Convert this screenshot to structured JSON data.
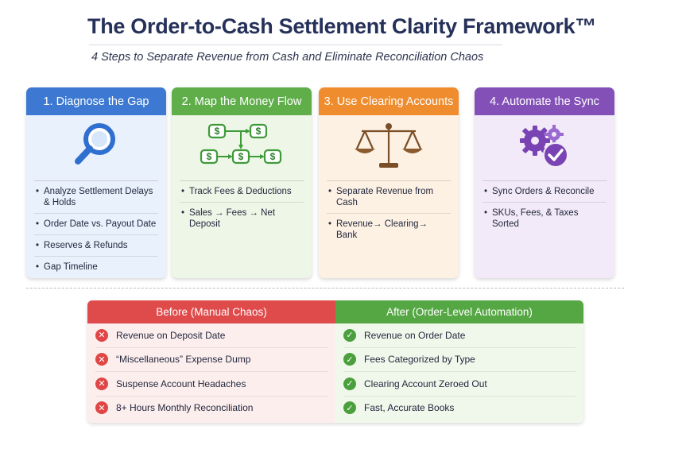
{
  "header": {
    "title": "The Order-to-Cash Settlement Clarity Framework™",
    "subtitle": "4 Steps to Separate Revenue from Cash and Eliminate Reconciliation Chaos"
  },
  "steps": [
    {
      "label": "1. Diagnose the Gap",
      "icon": "magnifier-icon",
      "color": "#3d79d2",
      "bg": "#e9f1fc",
      "items": [
        "Analyze Settlement Delays & Holds",
        "Order Date vs. Payout Date",
        "Reserves & Refunds",
        "Gap Timeline"
      ]
    },
    {
      "label": "2. Map the Money Flow",
      "icon": "money-flow-icon",
      "color": "#5fae4a",
      "bg": "#edf6e7",
      "items": [
        "Track Fees & Deductions",
        "Sales → Fees → Net Deposit"
      ]
    },
    {
      "label": "3. Use Clearing Accounts",
      "icon": "balance-scale-icon",
      "color": "#ef8c2d",
      "bg": "#fdf1e4",
      "items": [
        "Separate Revenue from Cash",
        "Revenue→ Clearing→ Bank"
      ]
    },
    {
      "label": "4. Automate the Sync",
      "icon": "gears-check-icon",
      "color": "#8350b8",
      "bg": "#f2eaf8",
      "items": [
        "Sync Orders & Reconcile",
        "SKUs, Fees, & Taxes Sorted"
      ]
    }
  ],
  "comparison": {
    "before": {
      "title": "Before (Manual Chaos)",
      "color": "#df4a4a",
      "bg": "#fdeeee",
      "icon": "x-circle-icon",
      "rows": [
        "Revenue on Deposit Date",
        "“Miscellaneous” Expense Dump",
        "Suspense Account Headaches",
        "8+ Hours Monthly Reconciliation"
      ]
    },
    "after": {
      "title": "After (Order-Level Automation)",
      "color": "#55a744",
      "bg": "#f0f8ec",
      "icon": "check-circle-icon",
      "rows": [
        "Revenue on Order Date",
        "Fees Categorized by Type",
        "Clearing Account Zeroed Out",
        "Fast, Accurate Books"
      ]
    }
  }
}
